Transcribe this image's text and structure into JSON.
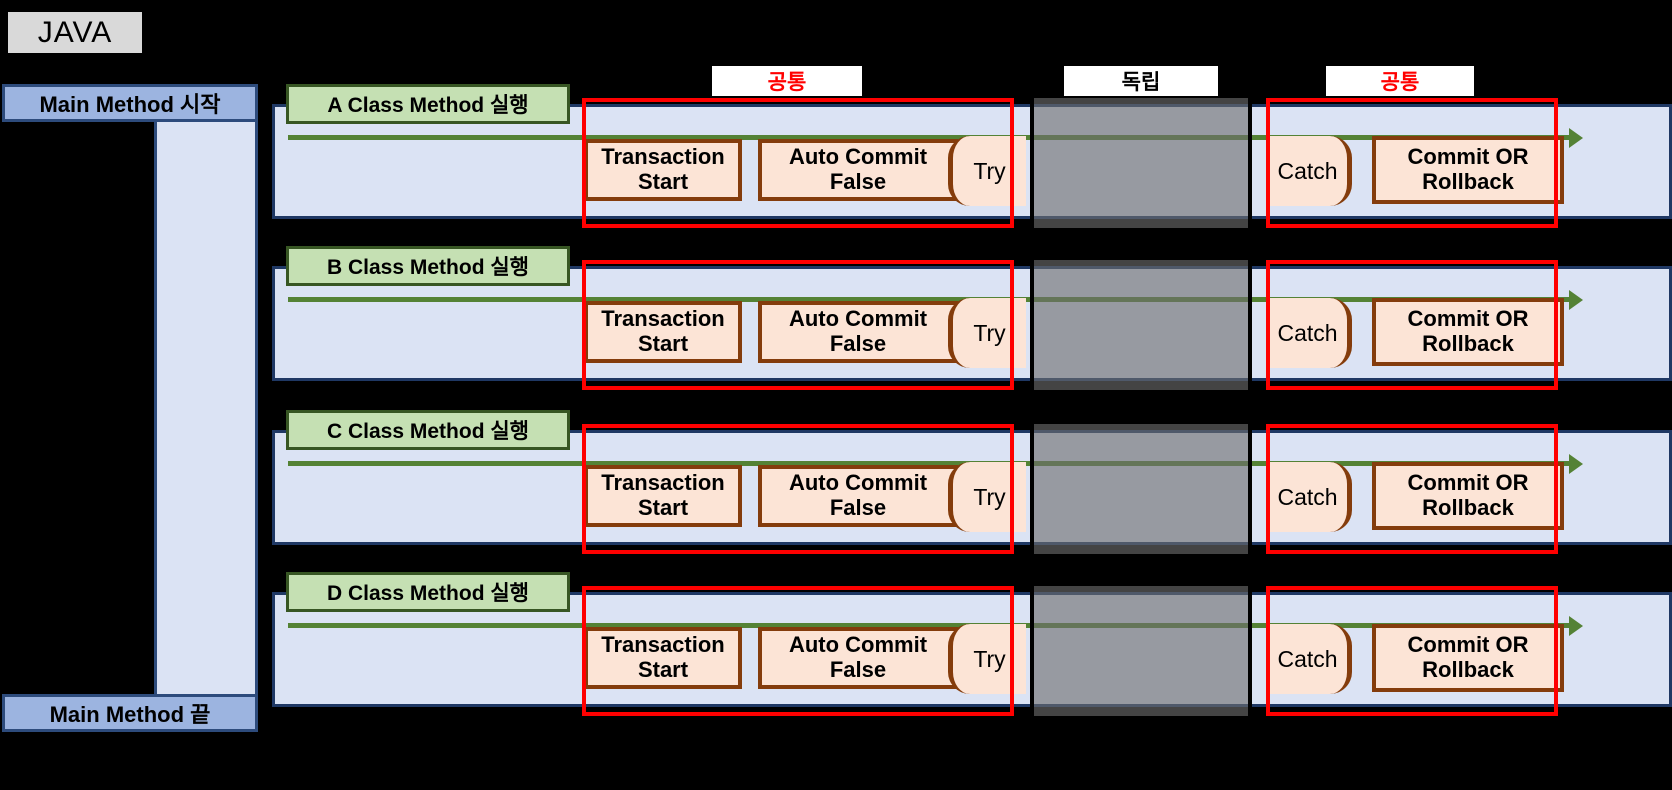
{
  "title": "JAVA",
  "main_column": {
    "start_label": "Main Method 시작",
    "end_label": "Main Method 끝"
  },
  "column_labels": {
    "common_left": "공통",
    "independent": "독립",
    "common_right": "공통"
  },
  "steps": {
    "transaction_start": "Transaction Start",
    "auto_commit_false": "Auto Commit False",
    "try": "Try",
    "catch": "Catch",
    "commit_or_rollback": "Commit OR Rollback"
  },
  "rows": [
    {
      "tag": "A Class Method 실행"
    },
    {
      "tag": "B Class Method 실행"
    },
    {
      "tag": "C Class Method 실행"
    },
    {
      "tag": "D Class Method 실행"
    }
  ],
  "colors": {
    "background": "#000000",
    "java_badge": "#d9d9d9",
    "main_bar": "#9cb4e0",
    "main_bar_border": "#2d4b7c",
    "row_body": "#dbe3f4",
    "row_body_border": "#1f3864",
    "row_tag": "#c5e0b3",
    "row_tag_border": "#375623",
    "arrow": "#548235",
    "step_fill": "#fce4d6",
    "step_border": "#843c0c",
    "highlight": "#ff0000",
    "independent_overlay": "#6e6e6e",
    "label_box": "#ffffff"
  }
}
